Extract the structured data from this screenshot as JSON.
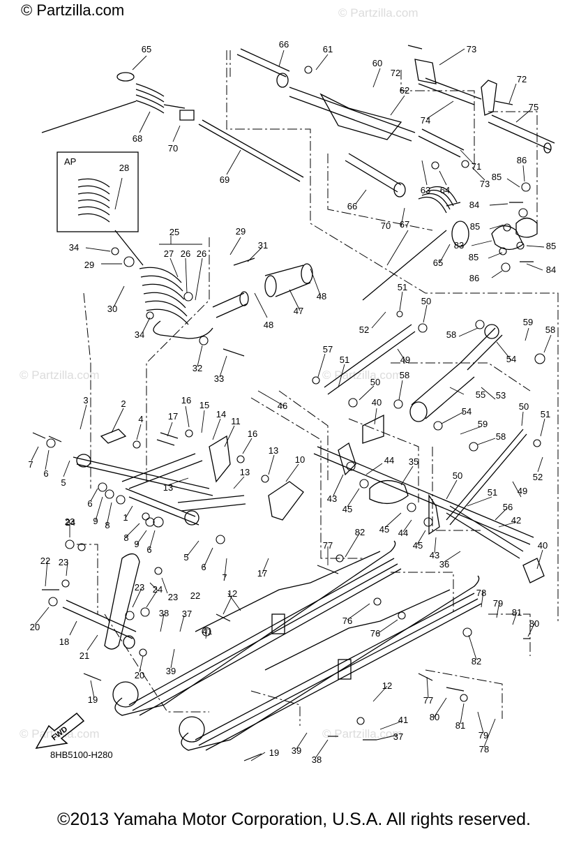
{
  "watermark": "© Partzilla.com",
  "drawing_code": "8HB5100-H280",
  "fwd_label": "FWD",
  "inset_label": "AP",
  "copyright": "©2013 Yamaha Motor Corporation, U.S.A. All rights reserved.",
  "callouts": [
    {
      "id": "c65a",
      "text": "65"
    },
    {
      "id": "c68",
      "text": "68"
    },
    {
      "id": "c70a",
      "text": "70"
    },
    {
      "id": "c69",
      "text": "69"
    },
    {
      "id": "c66a",
      "text": "66"
    },
    {
      "id": "c61",
      "text": "61"
    },
    {
      "id": "c60",
      "text": "60"
    },
    {
      "id": "c62",
      "text": "62"
    },
    {
      "id": "c72a",
      "text": "72"
    },
    {
      "id": "c73a",
      "text": "73"
    },
    {
      "id": "c72b",
      "text": "72"
    },
    {
      "id": "c75",
      "text": "75"
    },
    {
      "id": "c74",
      "text": "74"
    },
    {
      "id": "c71",
      "text": "71"
    },
    {
      "id": "c73b",
      "text": "73"
    },
    {
      "id": "c64",
      "text": "64"
    },
    {
      "id": "c63",
      "text": "63"
    },
    {
      "id": "c86a",
      "text": "86"
    },
    {
      "id": "c85a",
      "text": "85"
    },
    {
      "id": "c84a",
      "text": "84"
    },
    {
      "id": "c85b",
      "text": "85"
    },
    {
      "id": "c83",
      "text": "83"
    },
    {
      "id": "c85c",
      "text": "85"
    },
    {
      "id": "c85d",
      "text": "85"
    },
    {
      "id": "c84b",
      "text": "84"
    },
    {
      "id": "c86b",
      "text": "86"
    },
    {
      "id": "c66b",
      "text": "66"
    },
    {
      "id": "c70b",
      "text": "70"
    },
    {
      "id": "c67",
      "text": "67"
    },
    {
      "id": "c65b",
      "text": "65"
    },
    {
      "id": "c28",
      "text": "28"
    },
    {
      "id": "c25",
      "text": "25"
    },
    {
      "id": "c27",
      "text": "27"
    },
    {
      "id": "c26a",
      "text": "26"
    },
    {
      "id": "c26b",
      "text": "26"
    },
    {
      "id": "c29a",
      "text": "29"
    },
    {
      "id": "c34a",
      "text": "34"
    },
    {
      "id": "c29b",
      "text": "29"
    },
    {
      "id": "c31",
      "text": "31"
    },
    {
      "id": "c47",
      "text": "47"
    },
    {
      "id": "c48a",
      "text": "48"
    },
    {
      "id": "c48b",
      "text": "48"
    },
    {
      "id": "c30",
      "text": "30"
    },
    {
      "id": "c34b",
      "text": "34"
    },
    {
      "id": "c32",
      "text": "32"
    },
    {
      "id": "c33",
      "text": "33"
    },
    {
      "id": "c46",
      "text": "46"
    },
    {
      "id": "c51a",
      "text": "51"
    },
    {
      "id": "c50a",
      "text": "50"
    },
    {
      "id": "c52a",
      "text": "52"
    },
    {
      "id": "c58a",
      "text": "58"
    },
    {
      "id": "c59a",
      "text": "59"
    },
    {
      "id": "c58b",
      "text": "58"
    },
    {
      "id": "c57",
      "text": "57"
    },
    {
      "id": "c51b",
      "text": "51"
    },
    {
      "id": "c49a",
      "text": "49"
    },
    {
      "id": "c54a",
      "text": "54"
    },
    {
      "id": "c50b",
      "text": "50"
    },
    {
      "id": "c58c",
      "text": "58"
    },
    {
      "id": "c55",
      "text": "55"
    },
    {
      "id": "c53",
      "text": "53"
    },
    {
      "id": "c40a",
      "text": "40"
    },
    {
      "id": "c54b",
      "text": "54"
    },
    {
      "id": "c50c",
      "text": "50"
    },
    {
      "id": "c51c",
      "text": "51"
    },
    {
      "id": "c59b",
      "text": "59"
    },
    {
      "id": "c58d",
      "text": "58"
    },
    {
      "id": "c52b",
      "text": "52"
    },
    {
      "id": "c49b",
      "text": "49"
    },
    {
      "id": "c3",
      "text": "3"
    },
    {
      "id": "c2",
      "text": "2"
    },
    {
      "id": "c4",
      "text": "4"
    },
    {
      "id": "c16a",
      "text": "16"
    },
    {
      "id": "c15",
      "text": "15"
    },
    {
      "id": "c14",
      "text": "14"
    },
    {
      "id": "c17a",
      "text": "17"
    },
    {
      "id": "c11",
      "text": "11"
    },
    {
      "id": "c16b",
      "text": "16"
    },
    {
      "id": "c7a",
      "text": "7"
    },
    {
      "id": "c6a",
      "text": "6"
    },
    {
      "id": "c5a",
      "text": "5"
    },
    {
      "id": "c13a",
      "text": "13"
    },
    {
      "id": "c13b",
      "text": "13"
    },
    {
      "id": "c13c",
      "text": "13"
    },
    {
      "id": "c10",
      "text": "10"
    },
    {
      "id": "c44a",
      "text": "44"
    },
    {
      "id": "c35",
      "text": "35"
    },
    {
      "id": "c43a",
      "text": "43"
    },
    {
      "id": "c45a",
      "text": "45"
    },
    {
      "id": "c50d",
      "text": "50"
    },
    {
      "id": "c51d",
      "text": "51"
    },
    {
      "id": "c56",
      "text": "56"
    },
    {
      "id": "c42",
      "text": "42"
    },
    {
      "id": "c45b",
      "text": "45"
    },
    {
      "id": "c44b",
      "text": "44"
    },
    {
      "id": "c45c",
      "text": "45"
    },
    {
      "id": "c43b",
      "text": "43"
    },
    {
      "id": "c36",
      "text": "36"
    },
    {
      "id": "c40b",
      "text": "40"
    },
    {
      "id": "c6b",
      "text": "6"
    },
    {
      "id": "c9a",
      "text": "9"
    },
    {
      "id": "c8a",
      "text": "8"
    },
    {
      "id": "c1",
      "text": "1"
    },
    {
      "id": "c8b",
      "text": "8"
    },
    {
      "id": "c9b",
      "text": "9"
    },
    {
      "id": "c6c",
      "text": "6"
    },
    {
      "id": "c5b",
      "text": "5"
    },
    {
      "id": "c6d",
      "text": "6"
    },
    {
      "id": "c7b",
      "text": "7"
    },
    {
      "id": "c17b",
      "text": "17"
    },
    {
      "id": "c24a",
      "text": "24"
    },
    {
      "id": "c23a",
      "text": "23"
    },
    {
      "id": "c22a",
      "text": "22"
    },
    {
      "id": "c23b",
      "text": "23"
    },
    {
      "id": "c23c",
      "text": "23"
    },
    {
      "id": "c22b",
      "text": "22"
    },
    {
      "id": "c23d",
      "text": "23"
    },
    {
      "id": "c24b",
      "text": "24"
    },
    {
      "id": "c20a",
      "text": "20"
    },
    {
      "id": "c18",
      "text": "18"
    },
    {
      "id": "c21",
      "text": "21"
    },
    {
      "id": "c38a",
      "text": "38"
    },
    {
      "id": "c37a",
      "text": "37"
    },
    {
      "id": "c12a",
      "text": "12"
    },
    {
      "id": "c41a",
      "text": "41"
    },
    {
      "id": "c39a",
      "text": "39"
    },
    {
      "id": "c20b",
      "text": "20"
    },
    {
      "id": "c19a",
      "text": "19"
    },
    {
      "id": "c77a",
      "text": "77"
    },
    {
      "id": "c82a",
      "text": "82"
    },
    {
      "id": "c76a",
      "text": "76"
    },
    {
      "id": "c76b",
      "text": "76"
    },
    {
      "id": "c78a",
      "text": "78"
    },
    {
      "id": "c79a",
      "text": "79"
    },
    {
      "id": "c81a",
      "text": "81"
    },
    {
      "id": "c80a",
      "text": "80"
    },
    {
      "id": "c82b",
      "text": "82"
    },
    {
      "id": "c12b",
      "text": "12"
    },
    {
      "id": "c77b",
      "text": "77"
    },
    {
      "id": "c80b",
      "text": "80"
    },
    {
      "id": "c81b",
      "text": "81"
    },
    {
      "id": "c79b",
      "text": "79"
    },
    {
      "id": "c78b",
      "text": "78"
    },
    {
      "id": "c41b",
      "text": "41"
    },
    {
      "id": "c37b",
      "text": "37"
    },
    {
      "id": "c39b",
      "text": "39"
    },
    {
      "id": "c38b",
      "text": "38"
    },
    {
      "id": "c19b",
      "text": "19"
    }
  ]
}
